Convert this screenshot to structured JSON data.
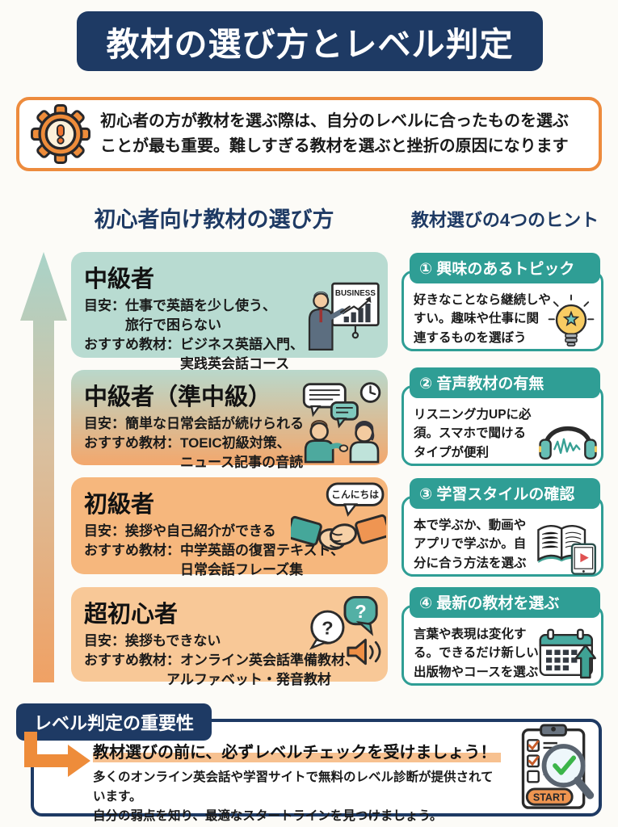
{
  "title": "教材の選び方とレベル判定",
  "warning": {
    "text": "初心者の方が教材を選ぶ際は、自分のレベルに合ったものを選ぶ\nことが最も重要。難しすぎる教材を選ぶと挫折の原因になります"
  },
  "left_section": {
    "heading": "初心者向け教材の選び方",
    "levels": [
      {
        "title": "中級者",
        "body": "目安：仕事で英語を少し使う、\n　　　旅行で困らない\nおすすめ教材：ビジネス英語入門、\n　　　　　　　実践英会話コース",
        "icon": "business-presentation-icon",
        "icon_label": "BUSINESS"
      },
      {
        "title": "中級者（準中級）",
        "body": "目安：簡単な日常会話が続けられる\nおすすめ教材：TOEIC初級対策、\n　　　　　　　ニュース記事の音読",
        "icon": "conversation-icon"
      },
      {
        "title": "初級者",
        "body": "目安：挨拶や自己紹介ができる\nおすすめ教材：中学英語の復習テキスト、\n　　　　　　　日常会話フレーズ集",
        "icon": "handshake-icon",
        "icon_label": "こんにちは"
      },
      {
        "title": "超初心者",
        "body": "目安：挨拶もできない\nおすすめ教材：オンライン英会話準備教材、\n　　　　　　アルファベット・発音教材",
        "icon": "question-speaker-icon"
      }
    ]
  },
  "right_section": {
    "heading": "教材選びの4つのヒント",
    "hints": [
      {
        "header": "① 興味のあるトピック",
        "body": "好きなことなら継続しや\nすい。趣味や仕事に関\n連するものを選ぼう",
        "icon": "lightbulb-icon"
      },
      {
        "header": "② 音声教材の有無",
        "body": "リスニング力UPに必\n須。スマホで聞ける\nタイプが便利",
        "icon": "headphones-icon"
      },
      {
        "header": "③ 学習スタイルの確認",
        "body": "本で学ぶか、動画や\nアプリで学ぶか。自\n分に合う方法を選ぶ",
        "icon": "book-tablet-icon"
      },
      {
        "header": "④ 最新の教材を選ぶ",
        "body": "言葉や表現は変化す\nる。できるだけ新しい\n出版物やコースを選ぶ",
        "icon": "calendar-up-icon"
      }
    ]
  },
  "bottom": {
    "tab": "レベル判定の重要性",
    "headline": "教材選びの前に、必ずレベルチェックを受けましょう！",
    "body": "多くのオンライン英会話や学習サイトで無料のレベル診断が提供されています。\n自分の弱点を知り、最適なスタートラインを見つけましょう。",
    "start_label": "START"
  },
  "colors": {
    "navy": "#1e3a64",
    "orange": "#ed8b3d",
    "teal": "#2f9e95",
    "card_teal": "#b8dbd1",
    "card_orange": "#f6b77d",
    "card_orange_light": "#f8c897"
  }
}
